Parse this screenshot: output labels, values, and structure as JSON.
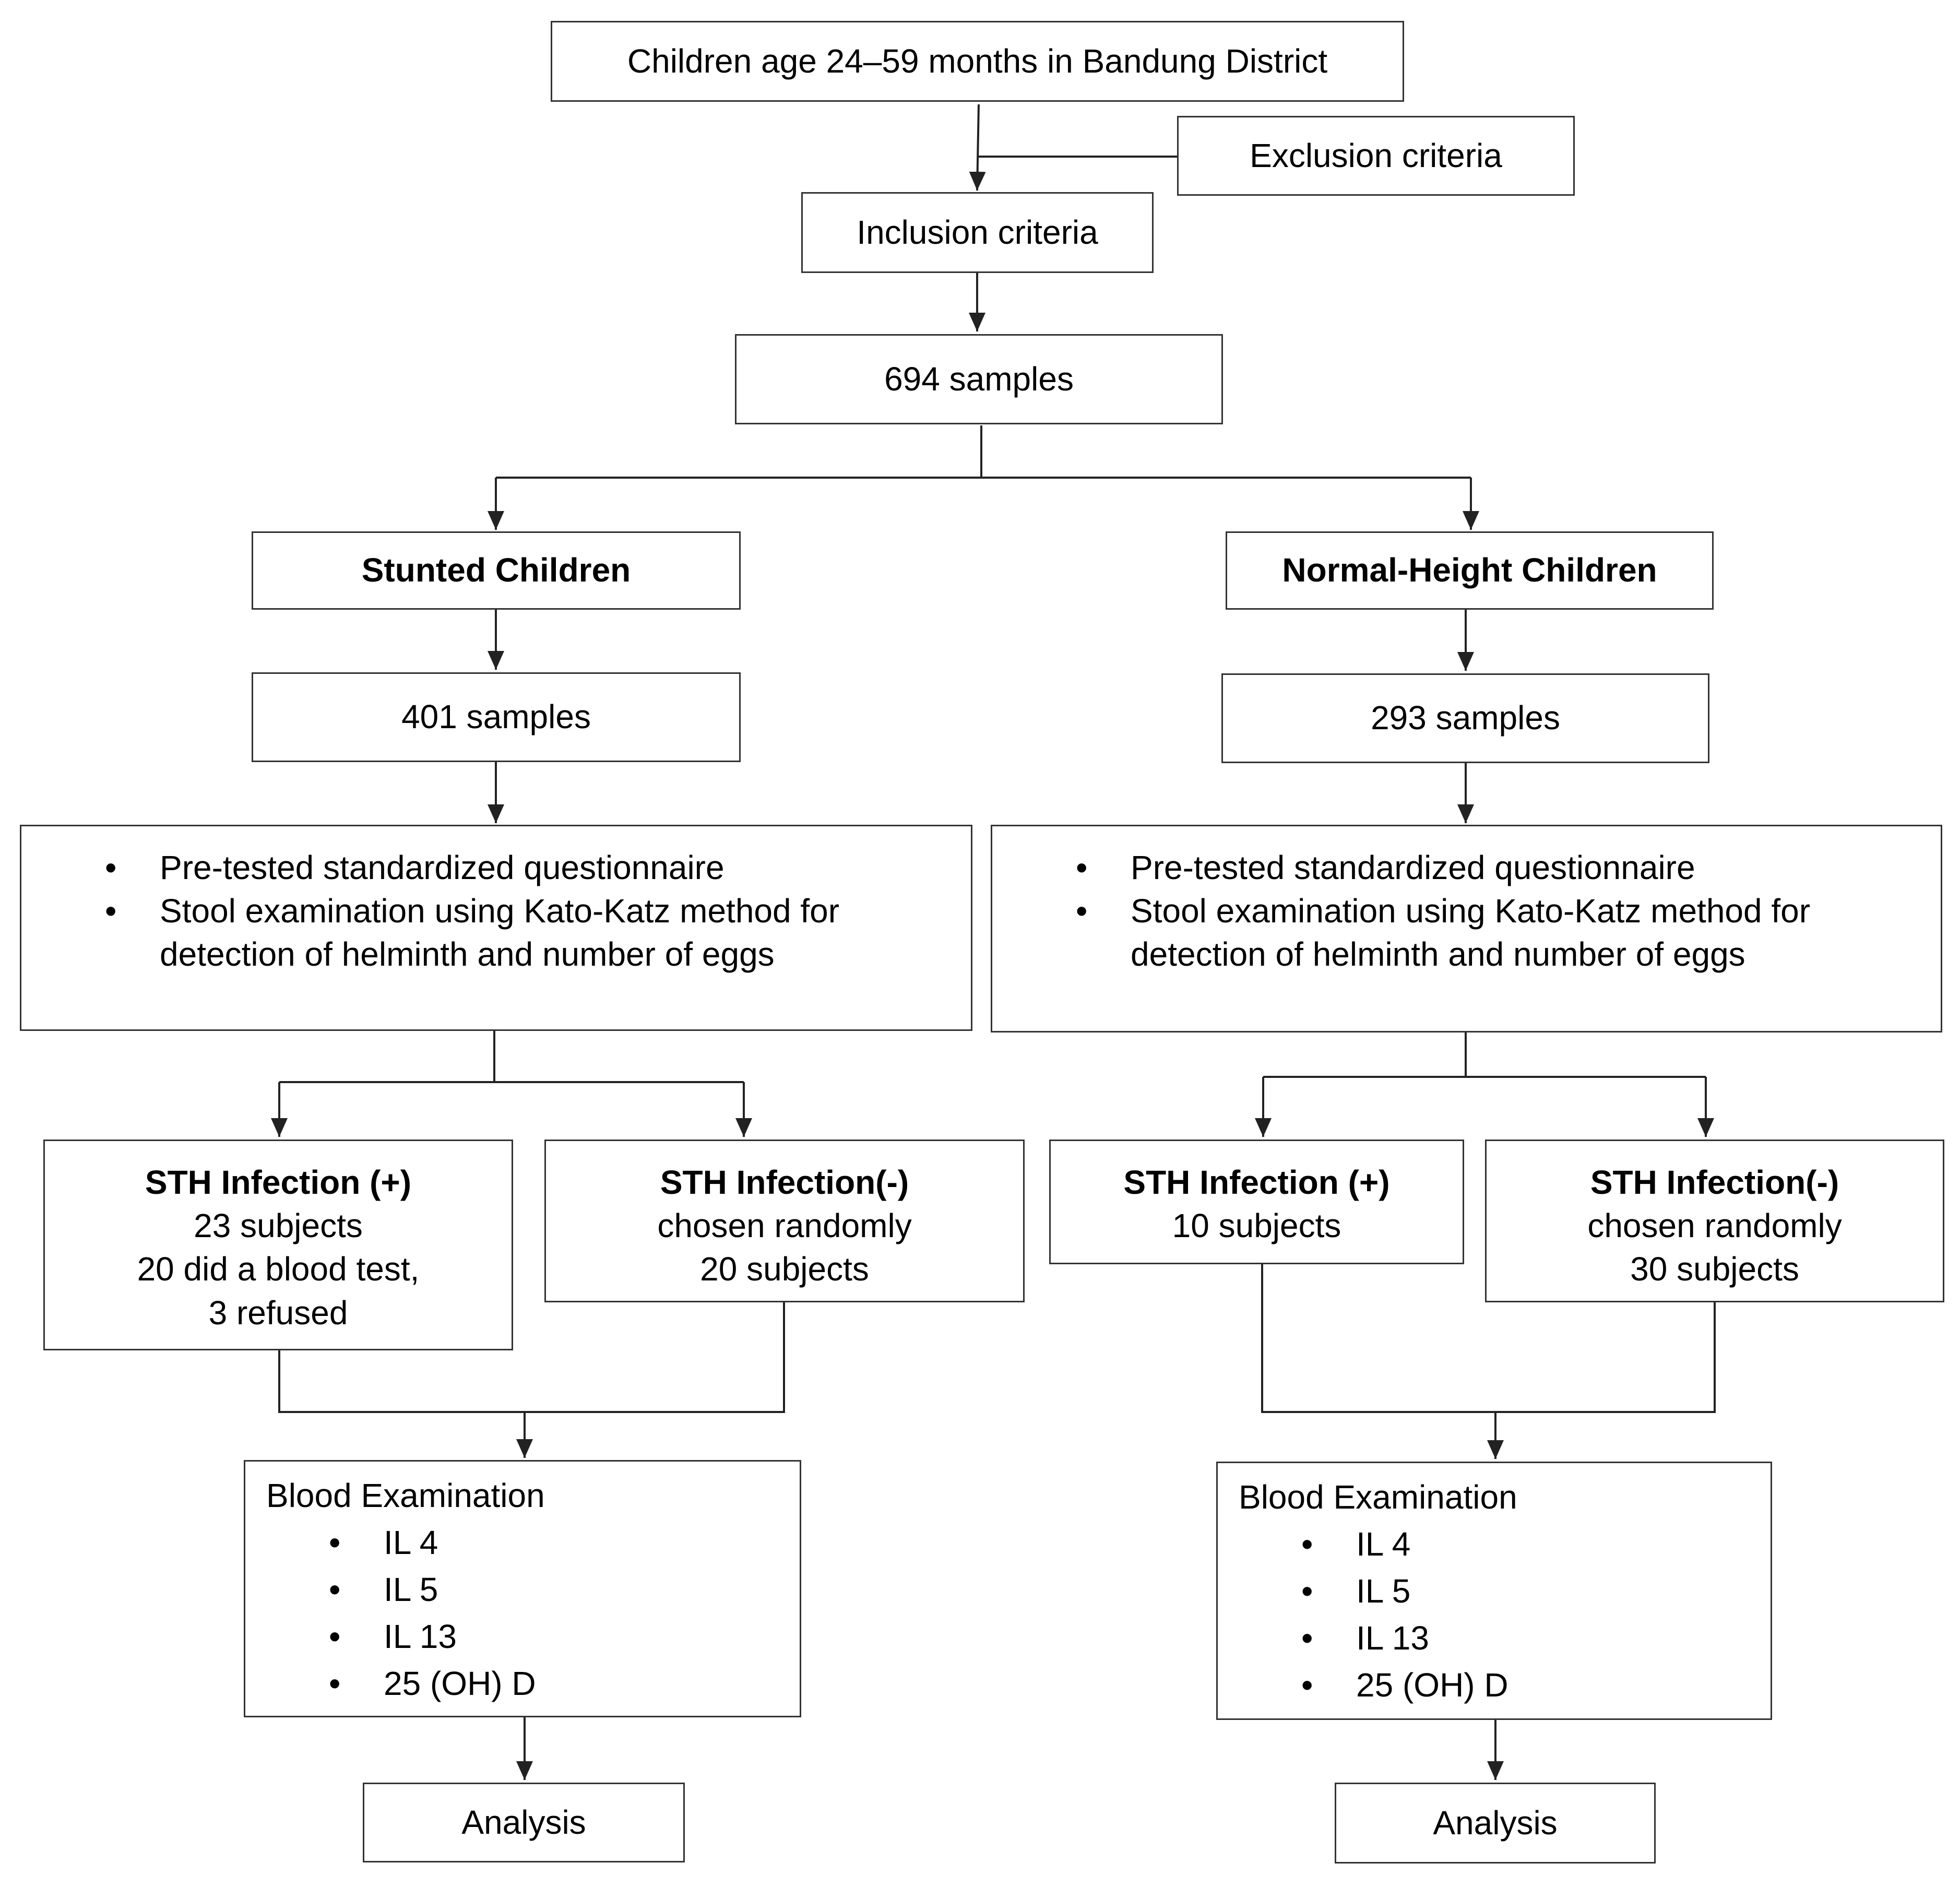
{
  "top": {
    "population": "Children age 24–59 months in Bandung District",
    "exclusion": "Exclusion criteria",
    "inclusion": "Inclusion criteria",
    "total": "694 samples"
  },
  "left": {
    "group": "Stunted Children",
    "samples": "401 samples",
    "methods": [
      "Pre-tested standardized questionnaire",
      "Stool examination using Kato-Katz method for detection of helminth and number of eggs"
    ],
    "pos_title": "STH Infection (+)",
    "pos_lines": [
      "23 subjects",
      "20 did a blood test,",
      "3 refused"
    ],
    "neg_title": "STH Infection(-)",
    "neg_lines": [
      "chosen randomly",
      "20 subjects"
    ],
    "blood_title": "Blood Examination",
    "blood_items": [
      "IL 4",
      "IL 5",
      "IL 13",
      "25 (OH) D"
    ],
    "analysis": "Analysis"
  },
  "right": {
    "group": "Normal-Height Children",
    "samples": "293 samples",
    "methods": [
      "Pre-tested standardized questionnaire",
      "Stool examination using Kato-Katz method for detection of helminth and number of eggs"
    ],
    "pos_title": "STH Infection (+)",
    "pos_lines": [
      "10 subjects"
    ],
    "neg_title": "STH Infection(-)",
    "neg_lines": [
      "chosen randomly",
      "30 subjects"
    ],
    "blood_title": "Blood Examination",
    "blood_items": [
      "IL 4",
      "IL 5",
      "IL 13",
      "25 (OH) D"
    ],
    "analysis": "Analysis"
  }
}
